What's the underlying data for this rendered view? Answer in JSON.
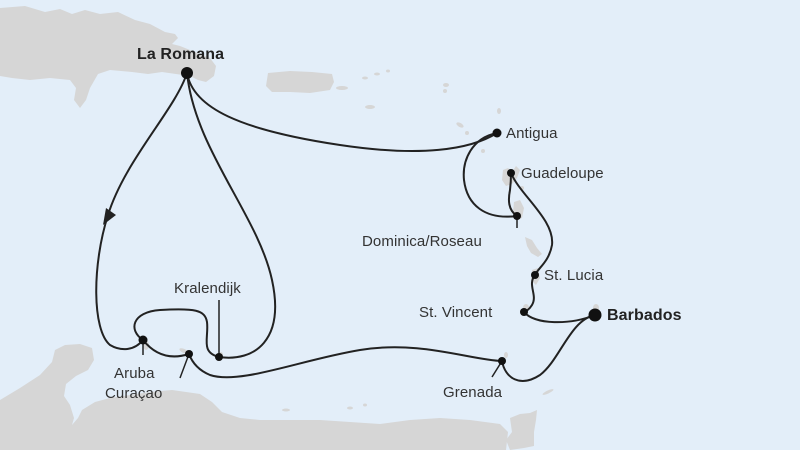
{
  "map": {
    "title": "Cruise route map",
    "colors": {
      "sea": "#e3eef9",
      "land": "#d6d6d6",
      "route": "#222222",
      "label": "#333333"
    },
    "ports": [
      {
        "id": "la-romana",
        "name": "La Romana",
        "major": true
      },
      {
        "id": "antigua",
        "name": "Antigua",
        "major": false
      },
      {
        "id": "guadeloupe",
        "name": "Guadeloupe",
        "major": false
      },
      {
        "id": "dominica",
        "name": "Dominica/Roseau",
        "major": false
      },
      {
        "id": "st-lucia",
        "name": "St. Lucia",
        "major": false
      },
      {
        "id": "st-vincent",
        "name": "St. Vincent",
        "major": false
      },
      {
        "id": "barbados",
        "name": "Barbados",
        "major": true
      },
      {
        "id": "grenada",
        "name": "Grenada",
        "major": false
      },
      {
        "id": "kralendijk",
        "name": "Kralendijk",
        "major": false
      },
      {
        "id": "aruba",
        "name": "Aruba",
        "major": false
      },
      {
        "id": "curacao",
        "name": "Curaçao",
        "major": false
      }
    ],
    "direction_icon": "arrow-icon"
  }
}
